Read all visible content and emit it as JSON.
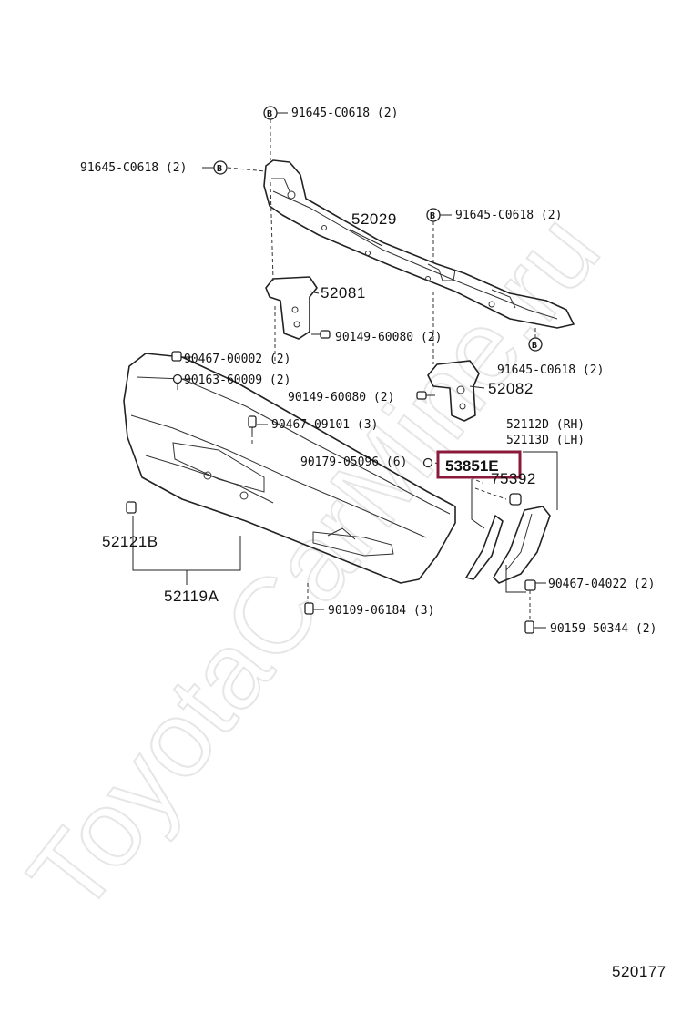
{
  "watermark": "ToyotaCarMine.ru",
  "diagram_number": "520177",
  "highlight_color": "#8b1a3a",
  "bolt_code": "B",
  "labels": {
    "p91645_top": "91645-C0618 (2)",
    "p91645_left": "91645-C0618 (2)",
    "p91645_mid": "91645-C0618 (2)",
    "p91645_right": "91645-C0618 (2)",
    "p52029": "52029",
    "p52081": "52081",
    "p52082": "52082",
    "p90149_a": "90149-60080 (2)",
    "p90149_b": "90149-60080 (2)",
    "p90467_00002": "90467-00002 (2)",
    "p90163": "90163-60009 (2)",
    "p90467_09101": "90467-09101 (3)",
    "p90179": "90179-05096 (6)",
    "p53851E": "53851E",
    "p75392": "75392",
    "p52112D": "52112D (RH)",
    "p52113D": "52113D (LH)",
    "p52121B": "52121B",
    "p52119A": "52119A",
    "p90109": "90109-06184 (3)",
    "p90467_04022": "90467-04022 (2)",
    "p90159": "90159-50344 (2)"
  }
}
